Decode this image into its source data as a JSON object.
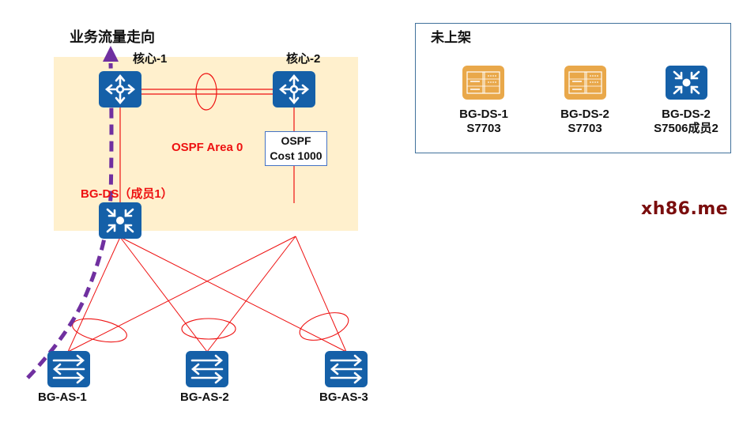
{
  "diagram": {
    "traffic_direction_label": "业务流量走向",
    "area_label": "OSPF Area 0",
    "ospf_cost_box": {
      "line1": "OSPF",
      "line2": "Cost 1000"
    },
    "watermark": "xh86.me",
    "colors": {
      "device_blue": "#1560a8",
      "rack_orange": "#e9a84a",
      "zone_fill": "#fff0cd",
      "link_red": "#ee1111",
      "traffic_purple": "#7030a0",
      "shelf_border": "#41719c",
      "watermark": "#7a0d0d"
    },
    "nodes": {
      "core1": {
        "label": "核心-1",
        "type": "router"
      },
      "core2": {
        "label": "核心-2",
        "type": "router"
      },
      "ds": {
        "label": "BG-DS（成员1）",
        "type": "core-switch"
      },
      "as1": {
        "label": "BG-AS-1",
        "type": "access-switch"
      },
      "as2": {
        "label": "BG-AS-2",
        "type": "access-switch"
      },
      "as3": {
        "label": "BG-AS-3",
        "type": "access-switch"
      }
    },
    "links": [
      {
        "from": "core1",
        "to": "core2",
        "kind": "eth-trunk",
        "count": 2
      },
      {
        "from": "core1",
        "to": "ds",
        "kind": "single"
      },
      {
        "from": "core2",
        "to": "ds-member2",
        "kind": "single",
        "cost": "OSPF Cost 1000"
      },
      {
        "from": "ds",
        "to": "as1",
        "kind": "trunk-member"
      },
      {
        "from": "ds",
        "to": "as2",
        "kind": "trunk-member"
      },
      {
        "from": "ds",
        "to": "as3",
        "kind": "trunk-member"
      },
      {
        "from": "ds-member2",
        "to": "as1",
        "kind": "trunk-member"
      },
      {
        "from": "ds-member2",
        "to": "as2",
        "kind": "trunk-member"
      },
      {
        "from": "ds-member2",
        "to": "as3",
        "kind": "trunk-member"
      }
    ],
    "unshelved": {
      "title": "未上架",
      "items": [
        {
          "line1": "BG-DS-1",
          "line2": "S7703",
          "icon": "chassis-icon"
        },
        {
          "line1": "BG-DS-2",
          "line2": "S7703",
          "icon": "chassis-icon"
        },
        {
          "line1": "BG-DS-2",
          "line2": "S7506成员2",
          "icon": "core-switch-icon"
        }
      ]
    }
  }
}
